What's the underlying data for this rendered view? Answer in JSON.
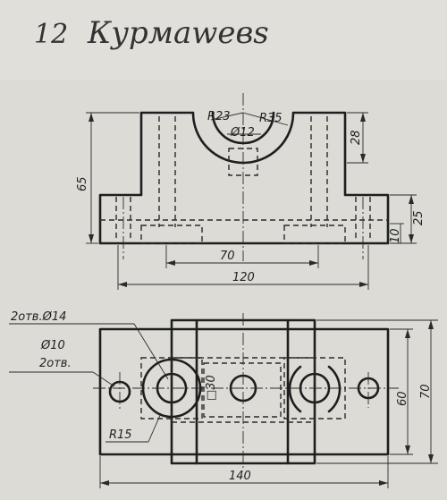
{
  "header": {
    "number": "12",
    "name": "Курмаwевs"
  },
  "front_view": {
    "dims": {
      "r23": "R23",
      "r35": "R35",
      "d12": "Ø12",
      "h28": "28",
      "h65": "65",
      "h25": "25",
      "h10": "10",
      "w70": "70",
      "w120": "120"
    }
  },
  "top_view": {
    "dims": {
      "holes14": "2отв.Ø14",
      "d10": "Ø10",
      "holes": "2отв.",
      "sq30": "□30",
      "r15": "R15",
      "h60": "60",
      "h70": "70",
      "w140": "140"
    }
  },
  "colors": {
    "paper": "#d9d8d3",
    "ink": "#1e1e1e"
  }
}
